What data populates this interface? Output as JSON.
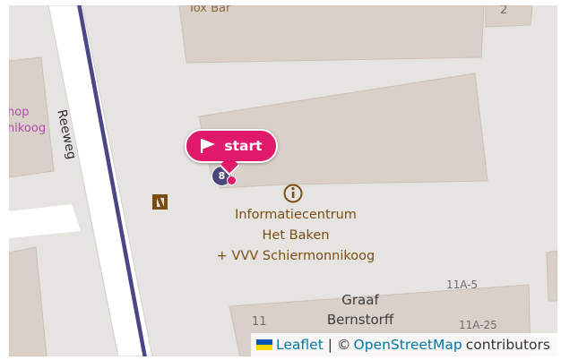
{
  "map": {
    "labels": {
      "bar": "Tox Bar",
      "shop_line1": "hop",
      "shop_line2": "nikoog",
      "house_2": "2",
      "street": "Reeweg",
      "poi_line1": "Informatiecentrum",
      "poi_line2": "Het Baken",
      "poi_line3": "+ VVV Schiermonnikoog",
      "street2_line1": "Graaf",
      "street2_line2": "Bernstorff",
      "house_11a5": "11A-5",
      "house_11": "11",
      "house_11a25": "11A-25"
    },
    "marker": {
      "label": "start",
      "icon": "flag-icon",
      "color": "#e0196a"
    },
    "badge": {
      "number": "8",
      "color": "#4b467d"
    },
    "icons": {
      "info": "info-icon",
      "shop": "shop-icon"
    },
    "colors": {
      "land": "#e6e4e1",
      "building": "#d9d0c9",
      "road": "#ffffff",
      "route": "#4a4687",
      "poi_text": "#7a4d12"
    }
  },
  "attribution": {
    "leaflet": "Leaflet",
    "separator": "|",
    "copyright": "©",
    "osm": "OpenStreetMap",
    "contributors": "contributors"
  }
}
